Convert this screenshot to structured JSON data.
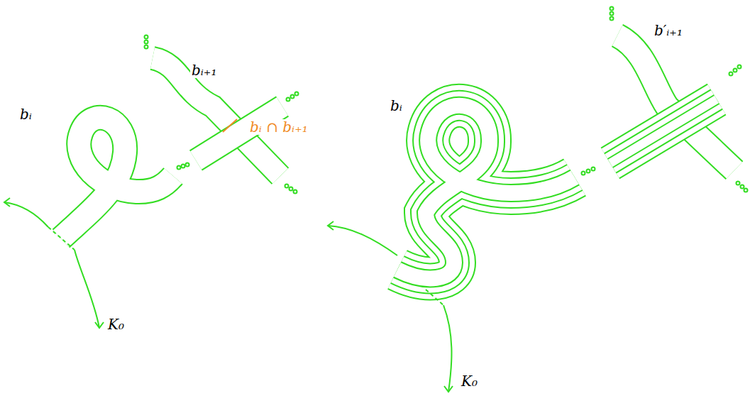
{
  "diagram": {
    "labels": [
      "bᵢ",
      "bᵢ₊₁",
      "bᵢ ∩ bᵢ₊₁",
      "K₀",
      "bᵢ",
      "b′ᵢ₊₁",
      "K₀"
    ]
  }
}
